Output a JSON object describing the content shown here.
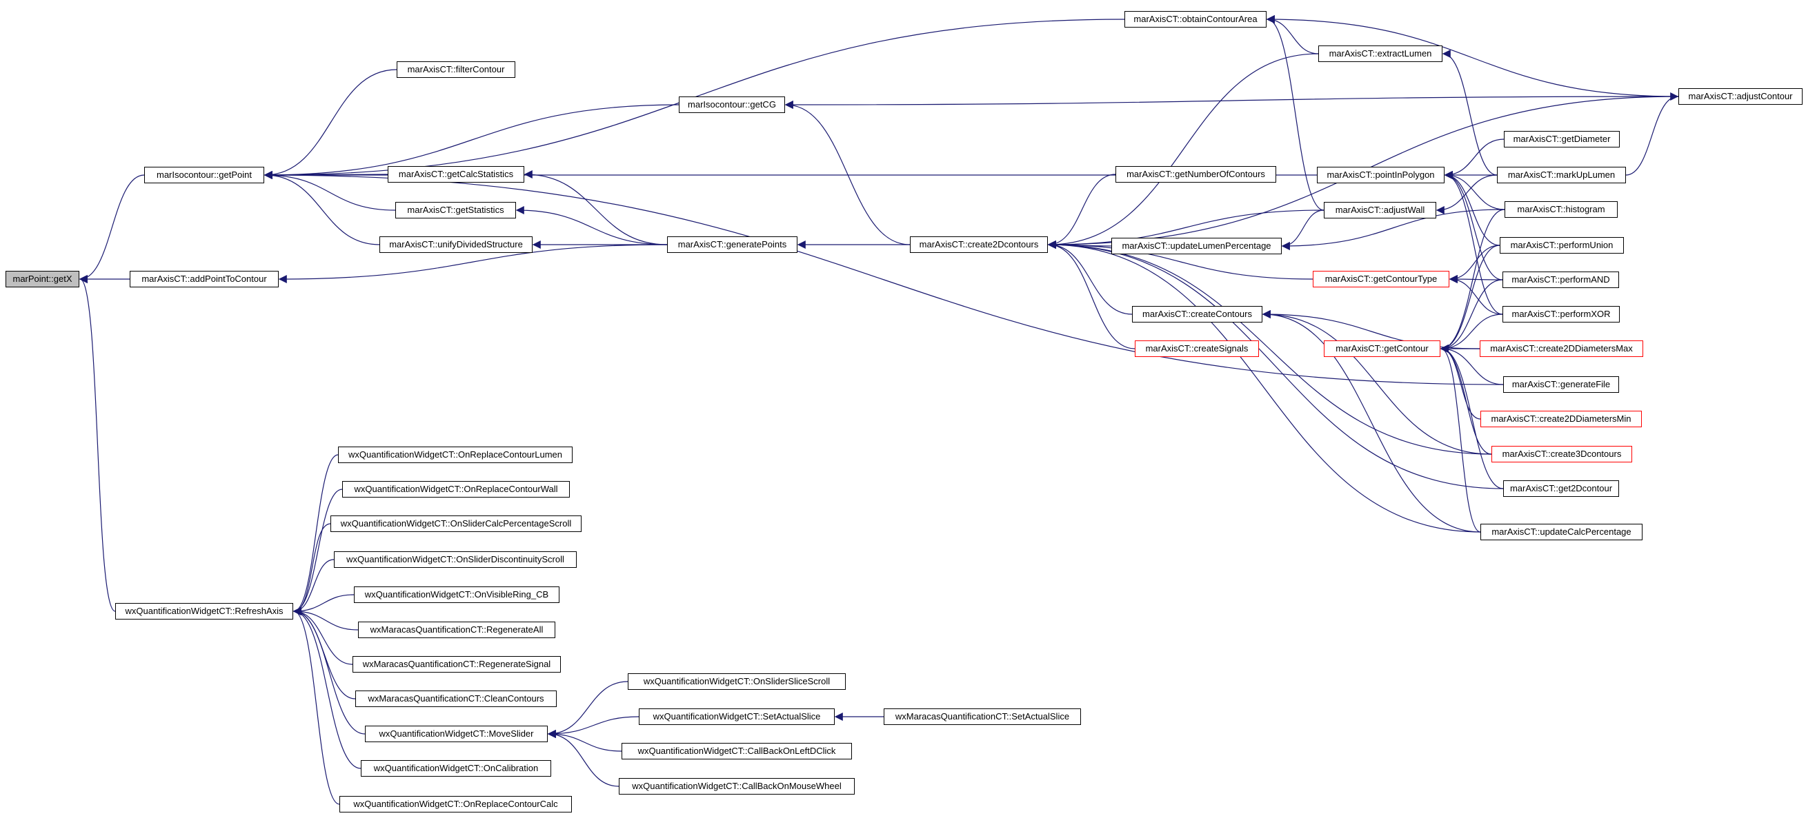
{
  "nodes": {
    "getX": "marPoint::getX",
    "getPoint": "marIsocontour::getPoint",
    "addPointToContour": "marAxisCT::addPointToContour",
    "refreshAxis": "wxQuantificationWidgetCT::RefreshAxis",
    "obtainContourArea": "marAxisCT::obtainContourArea",
    "filterContour": "marAxisCT::filterContour",
    "getCG": "marIsocontour::getCG",
    "getCalcStatistics": "marAxisCT::getCalcStatistics",
    "getStatistics": "marAxisCT::getStatistics",
    "unifyDividedStructure": "marAxisCT::unifyDividedStructure",
    "generatePoints": "marAxisCT::generatePoints",
    "create2Dcontours": "marAxisCT::create2Dcontours",
    "extractLumen": "marAxisCT::extractLumen",
    "adjustContour": "marAxisCT::adjustContour",
    "pointInPolygon": "marAxisCT::pointInPolygon",
    "getNumberOfContours": "marAxisCT::getNumberOfContours",
    "adjustWall": "marAxisCT::adjustWall",
    "updateLumenPercentage": "marAxisCT::updateLumenPercentage",
    "getContourType": "marAxisCT::getContourType",
    "createContours": "marAxisCT::createContours",
    "createSignals": "marAxisCT::createSignals",
    "getContour": "marAxisCT::getContour",
    "getDiameter": "marAxisCT::getDiameter",
    "markUpLumen": "marAxisCT::markUpLumen",
    "histogram": "marAxisCT::histogram",
    "performUnion": "marAxisCT::performUnion",
    "performAND": "marAxisCT::performAND",
    "performXOR": "marAxisCT::performXOR",
    "create2DDiametersMax": "marAxisCT::create2DDiametersMax",
    "generateFile": "marAxisCT::generateFile",
    "create2DDiametersMin": "marAxisCT::create2DDiametersMin",
    "create3Dcontours": "marAxisCT::create3Dcontours",
    "get2Dcontour": "marAxisCT::get2Dcontour",
    "updateCalcPercentage": "marAxisCT::updateCalcPercentage",
    "onReplaceContourLumen": "wxQuantificationWidgetCT::OnReplaceContourLumen",
    "onReplaceContourWall": "wxQuantificationWidgetCT::OnReplaceContourWall",
    "onSliderCalcPercentageScroll": "wxQuantificationWidgetCT::OnSliderCalcPercentageScroll",
    "onSliderDiscontinuityScroll": "wxQuantificationWidgetCT::OnSliderDiscontinuityScroll",
    "onVisibleRingCB": "wxQuantificationWidgetCT::OnVisibleRing_CB",
    "regenerateAll": "wxMaracasQuantificationCT::RegenerateAll",
    "regenerateSignal": "wxMaracasQuantificationCT::RegenerateSignal",
    "cleanContours": "wxMaracasQuantificationCT::CleanContours",
    "moveSlider": "wxQuantificationWidgetCT::MoveSlider",
    "onCalibration": "wxQuantificationWidgetCT::OnCalibration",
    "onReplaceContourCalc": "wxQuantificationWidgetCT::OnReplaceContourCalc",
    "onSliderSliceScroll": "wxQuantificationWidgetCT::OnSliderSliceScroll",
    "setActualSlice": "wxQuantificationWidgetCT::SetActualSlice",
    "setActualSliceMaracas": "wxMaracasQuantificationCT::SetActualSlice",
    "callBackOnLeftDClick": "wxQuantificationWidgetCT::CallBackOnLeftDClick",
    "callBackOnMouseWheel": "wxQuantificationWidgetCT::CallBackOnMouseWheel"
  },
  "colors": {
    "edge": "#191970",
    "node_border": "#000000",
    "node_border_truncated": "#ff0000",
    "root_fill": "#bfbfbf"
  }
}
